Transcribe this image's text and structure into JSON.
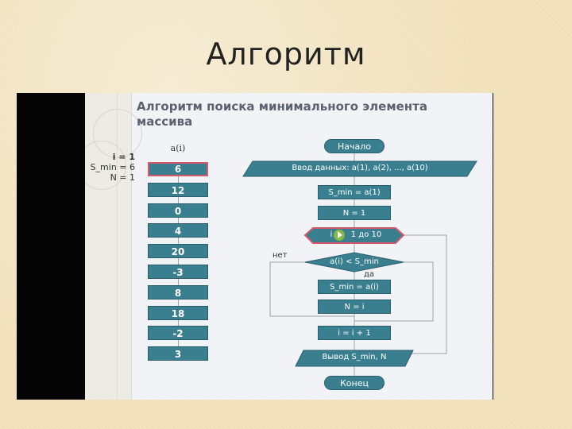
{
  "slide": {
    "title": "Алгоритм"
  },
  "video": {
    "heading_line1": "Алгоритм поиска минимального элемента",
    "heading_line2": "массива",
    "vars": {
      "i": "i = 1",
      "s_min": "S_min = 6",
      "n": "N = 1"
    },
    "array": {
      "label": "a(i)",
      "values": [
        "6",
        "12",
        "0",
        "4",
        "20",
        "-3",
        "8",
        "18",
        "-2",
        "3"
      ]
    },
    "flowchart": {
      "start": "Начало",
      "input": "Ввод данных: a(1), a(2), ..., a(10)",
      "init_smin": "S_min = a(1)",
      "init_n": "N = 1",
      "loop_i": "i",
      "loop_rest": "1 до 10",
      "condition": "a(i) < S_min",
      "no_label": "нет",
      "yes_label": "да",
      "assign_smin": "S_min = a(i)",
      "assign_n": "N = i",
      "increment": "i = i + 1",
      "output": "Вывод S_min, N",
      "end": "Конец"
    },
    "colors": {
      "block": "#3a7f90",
      "highlight": "#d45a6a",
      "cursor": "#8fbf3f"
    }
  }
}
